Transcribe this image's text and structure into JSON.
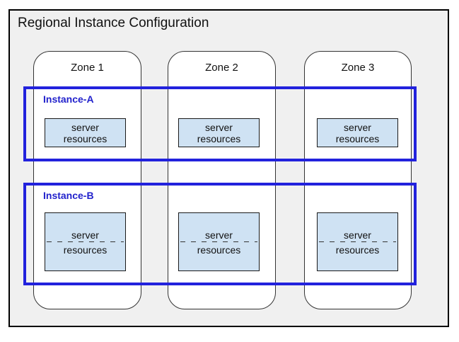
{
  "title": "Regional Instance Configuration",
  "zones": [
    {
      "label": "Zone 1"
    },
    {
      "label": "Zone 2"
    },
    {
      "label": "Zone 3"
    }
  ],
  "instances": [
    {
      "label": "Instance-A",
      "server_boxes": [
        {
          "line1": "server",
          "line2": "resources"
        },
        {
          "line1": "server",
          "line2": "resources"
        },
        {
          "line1": "server",
          "line2": "resources"
        }
      ]
    },
    {
      "label": "Instance-B",
      "server_boxes": [
        {
          "line1": "server",
          "line2": "resources"
        },
        {
          "line1": "server",
          "line2": "resources"
        },
        {
          "line1": "server",
          "line2": "resources"
        }
      ]
    }
  ],
  "colors": {
    "region_background": "#f0f0f0",
    "zone_background": "#ffffff",
    "zone_border": "#333333",
    "instance_border": "#2222dd",
    "instance_label": "#2222cc",
    "server_box_background": "#cfe2f3",
    "server_box_border": "#1a1a1a"
  }
}
